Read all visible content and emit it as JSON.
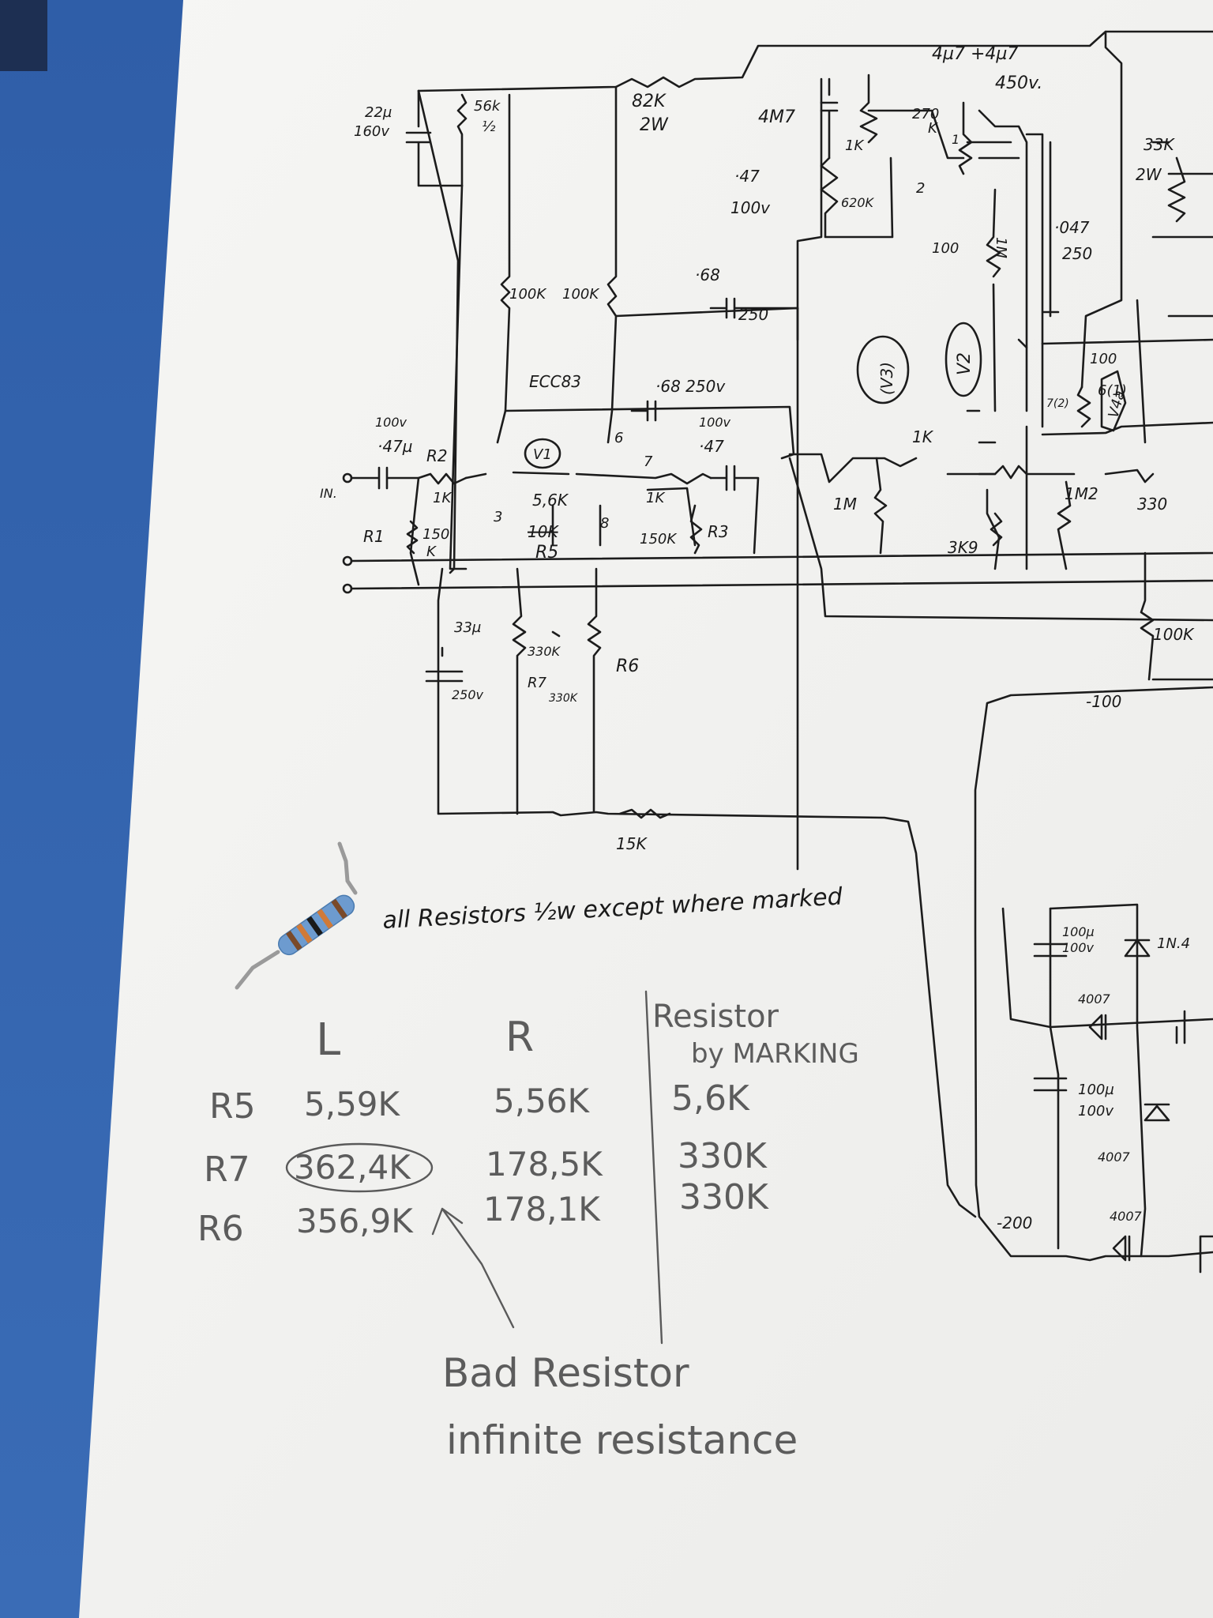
{
  "schematic": {
    "top_labels": {
      "c_22u": "22µ",
      "c_22u_v": "160v",
      "r_56k": "56k",
      "r_56k_w": "½",
      "r_82k": "82K",
      "r_82k_w": "2W",
      "c_4u7": "4µ7 +4µ7",
      "c_4u7_v": "450v.",
      "r_4m7": "4M7",
      "c_047": "·47",
      "c_047_v": "100v",
      "r_1k_a": "1K",
      "r_620k": "620K",
      "r_270k": "270",
      "r_270k_b": "K",
      "r_33k": "33K",
      "r_33k_w": "2W",
      "c_0047": "·047",
      "c_0047_v": "250",
      "r_100_a": "100",
      "r_1m": "1M"
    },
    "mid_labels": {
      "r_100k_a": "100K",
      "r_100k_b": "100K",
      "c_68": "·68",
      "c_68_v": "250",
      "tube": "ECC83",
      "c_68b": "·68 250v",
      "v1": "V1",
      "v2": "V2",
      "v3": "(V3)",
      "v4": "V4a",
      "c_in": "·47µ",
      "c_in_v": "100v",
      "r2": "R2",
      "r2_val": "1K",
      "in": "IN.",
      "r1": "R1",
      "r1_val": "150",
      "r1_unit": "K",
      "r5_strike": "10K",
      "r5_val": "5,6K",
      "r5": "R5",
      "r_1k_b": "1K",
      "r_150k": "150K",
      "r3": "R3",
      "c_out": "·47",
      "c_out_v": "100v",
      "r_1k_c": "1K",
      "r_1m_b": "1M",
      "r_3k9": "3K9",
      "r_1m2": "1M2",
      "r_330": "330",
      "r_100_b": "100",
      "p6_1": "6(1)",
      "p7_2": "7(2)",
      "r_100k_c": "100K",
      "pin3": "3",
      "pin6": "6",
      "pin7": "7",
      "pin8": "8",
      "pin1": "1",
      "pin2": "2"
    },
    "low_labels": {
      "c_33u": "33µ",
      "c_33u_v": "250v",
      "r7_val": "330K",
      "r7": "R7",
      "r7_b": "330K",
      "r6": "R6",
      "r_15k": "15K",
      "neg100": "-100",
      "neg200": "-200",
      "c_100u": "100µ",
      "c_100u_v": "100v",
      "c_100u_b": "100µ",
      "c_100u_bv": "100v",
      "d1": "1N.4",
      "d2": "4007",
      "d3": "4007",
      "d4": "4007"
    },
    "note": "all Resistors ½w except where marked"
  },
  "table": {
    "col_l": "L",
    "col_r": "R",
    "col_mark_1": "Resistor",
    "col_mark_2": "by MARKING",
    "rows": [
      {
        "name": "R5",
        "l": "5,59K",
        "r": "5,56K",
        "mark": "5,6K"
      },
      {
        "name": "R7",
        "l": "362,4K",
        "r": "178,5K",
        "mark": "330K"
      },
      {
        "name": "R6",
        "l": "356,9K",
        "r": "178,1K",
        "mark": "330K"
      }
    ],
    "annotation_1": "Bad Resistor",
    "annotation_2": "infinite resistance"
  },
  "colors": {
    "desk": "#3f6fb4",
    "paper": "#f4f4f2",
    "ink": "#1c1c1c",
    "pencil": "#5a5a5a"
  }
}
